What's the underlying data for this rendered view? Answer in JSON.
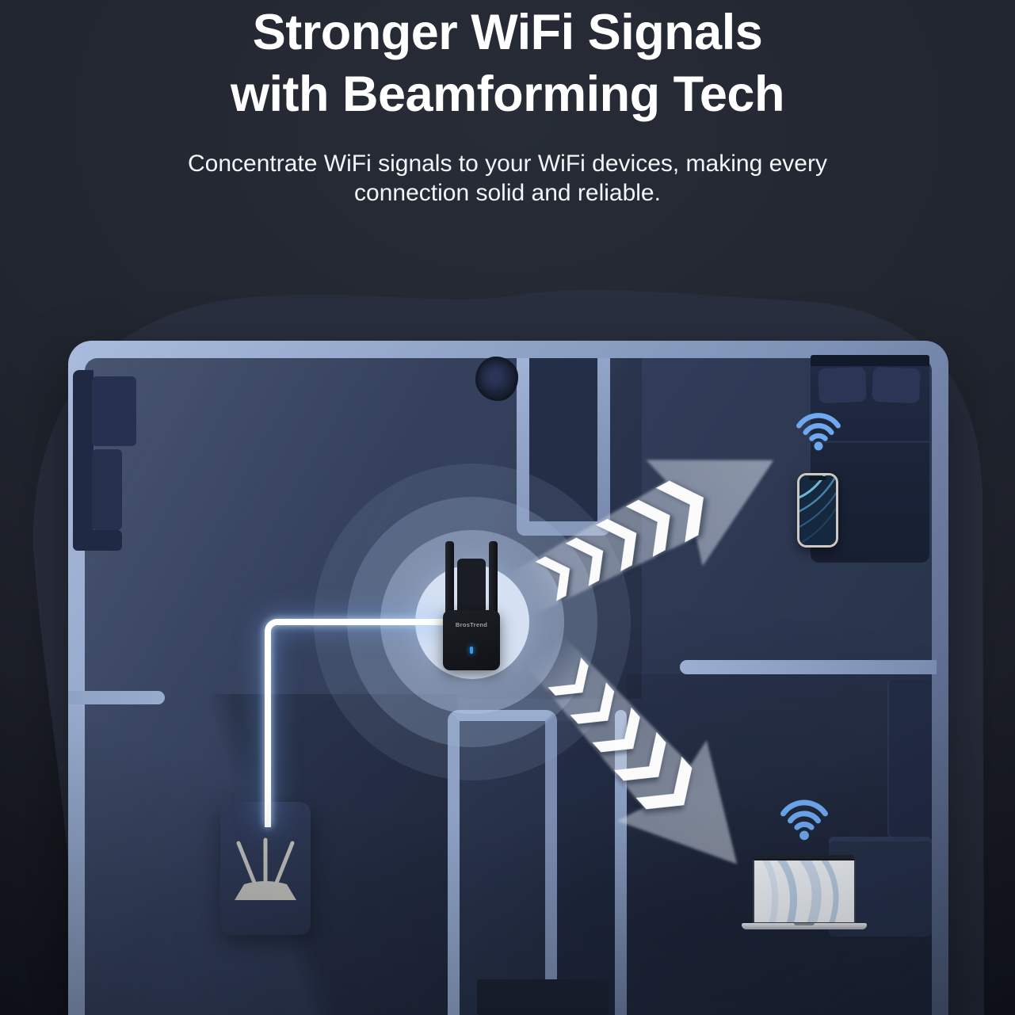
{
  "header": {
    "title_line1": "Stronger WiFi Signals",
    "title_line2": "with Beamforming Tech",
    "subtitle_line1": "Concentrate WiFi signals to your WiFi devices, making every",
    "subtitle_line2": "connection solid and reliable."
  },
  "floorplan": {
    "extender": {
      "brand_label": "BrosTrend",
      "led_color": "#2f9df5",
      "signal_ring_count": 4
    },
    "router": {
      "icon": "router-icon"
    },
    "beam_arrows": [
      {
        "target": "smartphone",
        "direction": "up-right",
        "chevron_count": 5
      },
      {
        "target": "laptop",
        "direction": "down-right",
        "chevron_count": 5
      }
    ],
    "devices": [
      {
        "name": "smartphone",
        "icon": "wifi-icon"
      },
      {
        "name": "laptop",
        "icon": "wifi-icon"
      }
    ],
    "colors": {
      "background": "#20252f",
      "blob": "#2a303f",
      "floor": "#2e3952",
      "walls": "#8fa3c7",
      "wifi_blue": "#6FA8F0",
      "beam": "#ffffff",
      "chevron": "#ffffff",
      "glow_ring": "#d5e1f2"
    }
  }
}
